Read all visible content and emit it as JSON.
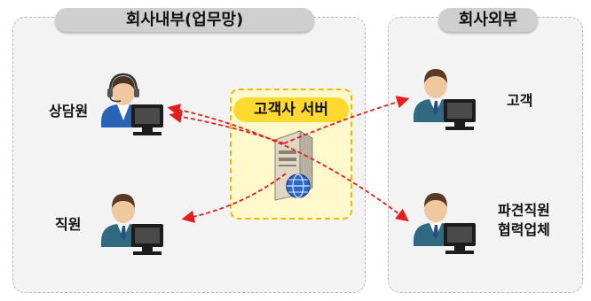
{
  "zones": {
    "internal_title": "회사내부(업무망)",
    "external_title": "회사외부"
  },
  "server": {
    "label": "고객사 서버"
  },
  "people": {
    "counselor": "상담원",
    "employee": "직원",
    "customer": "고객",
    "dispatched_line1": "파견직원",
    "dispatched_line2": "협력업체"
  },
  "colors": {
    "arrow": "#e41e1e",
    "zone_fill": "#f3f3f3",
    "pill_fill": "#cfcfcf",
    "server_fill": "#fff9cc",
    "server_border": "#f2b800",
    "server_label_fill": "#ffd92f"
  }
}
